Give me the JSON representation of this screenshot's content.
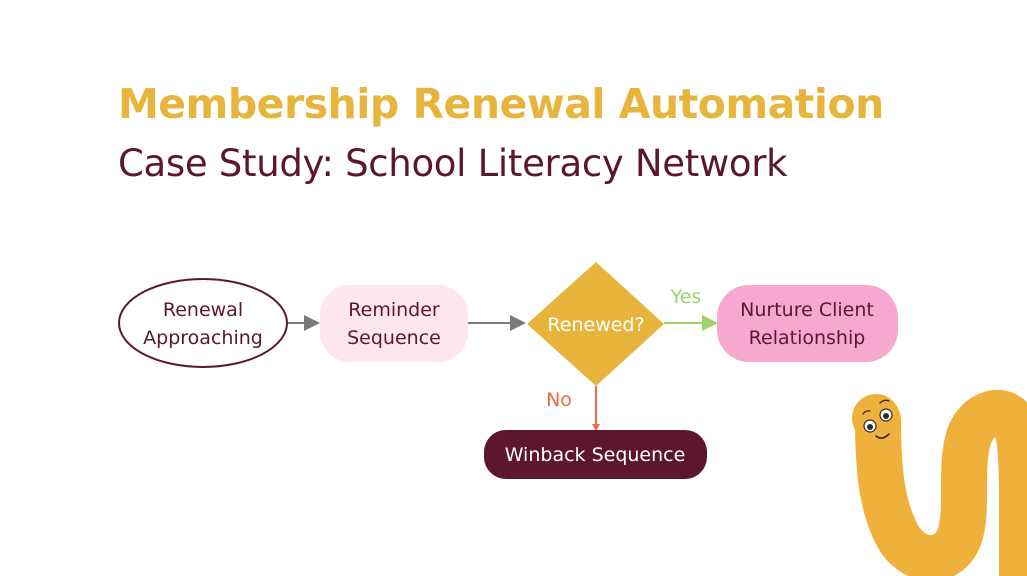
{
  "title": "Membership Renewal Automation",
  "subtitle": "Case Study: School Literacy Network",
  "nodes": {
    "renewal_approaching": [
      "Renewal",
      "Approaching"
    ],
    "reminder_sequence": [
      "Reminder",
      "Sequence"
    ],
    "renewed": "Renewed?",
    "nurture": [
      "Nurture Client",
      "Relationship"
    ],
    "winback": "Winback Sequence"
  },
  "edges": {
    "yes_label": "Yes",
    "no_label": "No"
  },
  "colors": {
    "title": "#e8b53c",
    "subtitle": "#5c1630",
    "reminder_fill": "#fde6f0",
    "decision_fill": "#e8b53c",
    "nurture_fill": "#f5a9cf",
    "winback_fill": "#5c1630",
    "yes": "#9bd36a",
    "no": "#f06a4a",
    "arrow": "#7a7a7a",
    "mascot": "#f0b13c"
  },
  "decoration": "worm-mascot"
}
